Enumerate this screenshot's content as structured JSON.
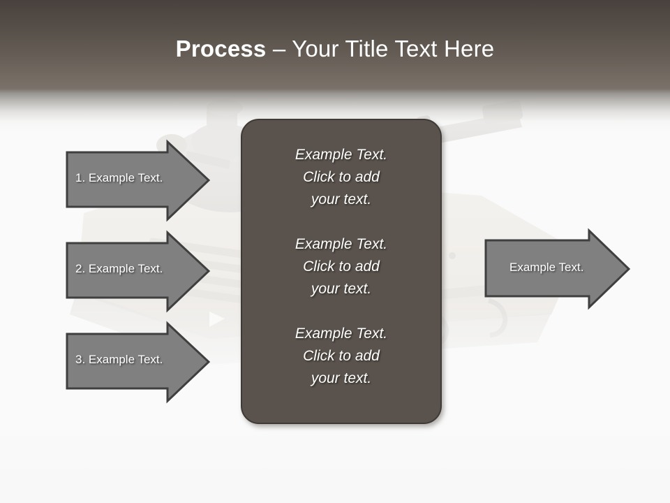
{
  "slide": {
    "title": {
      "bold_part": "Process",
      "rest_part": " – Your Title Text Here"
    },
    "theme": {
      "header_top_color": "#48413d",
      "header_bottom_color": "#7a726a",
      "background_color": "#fafafa",
      "panel_fill": "#5a534d",
      "panel_border": "#3f3a35",
      "arrow_fill": "#808080",
      "arrow_border": "#3f3f3f",
      "text_color": "#ffffff"
    }
  },
  "input_arrows": [
    {
      "label": "1. Example Text.",
      "name": "arrow-step-1"
    },
    {
      "label": "2. Example Text.",
      "name": "arrow-step-2"
    },
    {
      "label": "3. Example Text.",
      "name": "arrow-step-3"
    }
  ],
  "output_arrow": {
    "label": "Example Text.",
    "name": "arrow-output"
  },
  "center_panel": {
    "blocks": [
      "Example Text.\nClick  to add\nyour text.",
      "Example Text.\nClick  to add\nyour text.",
      "Example Text.\nClick  to add\nyour text."
    ]
  },
  "background": {
    "description": "faded-tank-photo"
  }
}
